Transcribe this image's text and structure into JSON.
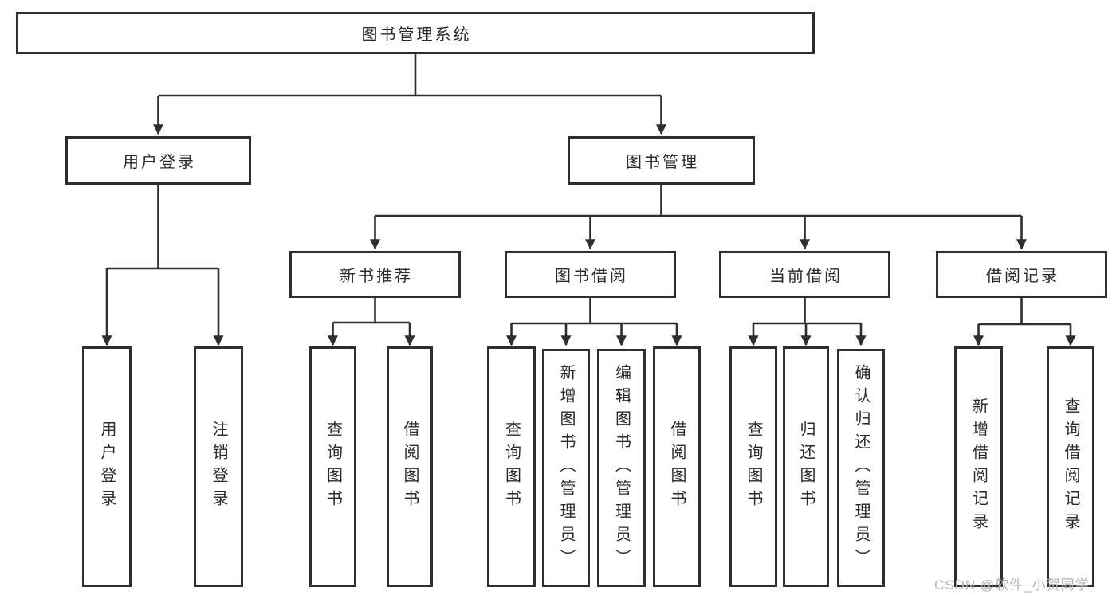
{
  "diagram_title": "图书管理系统",
  "colors": {
    "line": "#2e2e2e",
    "text": "#2b2b2b",
    "watermark": "#b3b3b3",
    "background": "#ffffff"
  },
  "tree": {
    "root": {
      "label": "图书管理系统"
    },
    "children": [
      {
        "label": "用户登录",
        "children": [
          {
            "label": "用户登录"
          },
          {
            "label": "注销登录"
          }
        ]
      },
      {
        "label": "图书管理",
        "children": [
          {
            "label": "新书推荐",
            "children": [
              {
                "label": "查询图书"
              },
              {
                "label": "借阅图书"
              }
            ]
          },
          {
            "label": "图书借阅",
            "children": [
              {
                "label": "查询图书"
              },
              {
                "label": "新增图书（管理员）"
              },
              {
                "label": "编辑图书（管理员）"
              },
              {
                "label": "借阅图书"
              }
            ]
          },
          {
            "label": "当前借阅",
            "children": [
              {
                "label": "查询图书"
              },
              {
                "label": "归还图书"
              },
              {
                "label": "确认归还（管理员）"
              }
            ]
          },
          {
            "label": "借阅记录",
            "children": [
              {
                "label": "新增借阅记录"
              },
              {
                "label": "查询借阅记录"
              }
            ]
          }
        ]
      }
    ]
  },
  "watermark": {
    "text": "CSDN @软件_小贺同学"
  }
}
